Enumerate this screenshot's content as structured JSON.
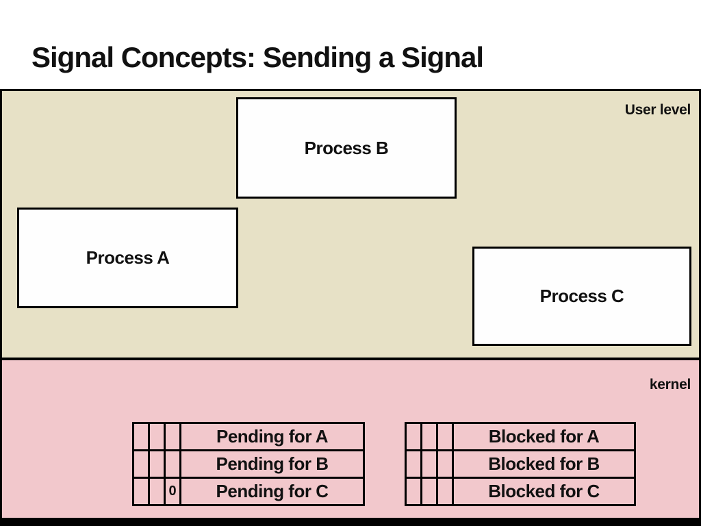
{
  "slide": {
    "title": "Signal Concepts: Sending a Signal",
    "colors": {
      "border": "#000000",
      "user_level_bg": "#e7e1c6",
      "kernel_bg": "#f2c8cc",
      "process_box_bg": "#fefefe",
      "text": "#111111"
    }
  },
  "user_level": {
    "label": "User level",
    "processes": {
      "b": {
        "name": "Process B"
      },
      "a": {
        "name": "Process A"
      },
      "c": {
        "name": "Process C"
      }
    }
  },
  "kernel": {
    "label": "kernel",
    "pending_table": {
      "rows": [
        {
          "cells": [
            "",
            "",
            ""
          ],
          "label": "Pending for A"
        },
        {
          "cells": [
            "",
            "",
            ""
          ],
          "label": "Pending for B"
        },
        {
          "cells": [
            "",
            "",
            "0"
          ],
          "label": "Pending for C"
        }
      ]
    },
    "blocked_table": {
      "rows": [
        {
          "cells": [
            "",
            "",
            ""
          ],
          "label": "Blocked for A"
        },
        {
          "cells": [
            "",
            "",
            ""
          ],
          "label": "Blocked for B"
        },
        {
          "cells": [
            "",
            "",
            ""
          ],
          "label": "Blocked for C"
        }
      ]
    }
  }
}
